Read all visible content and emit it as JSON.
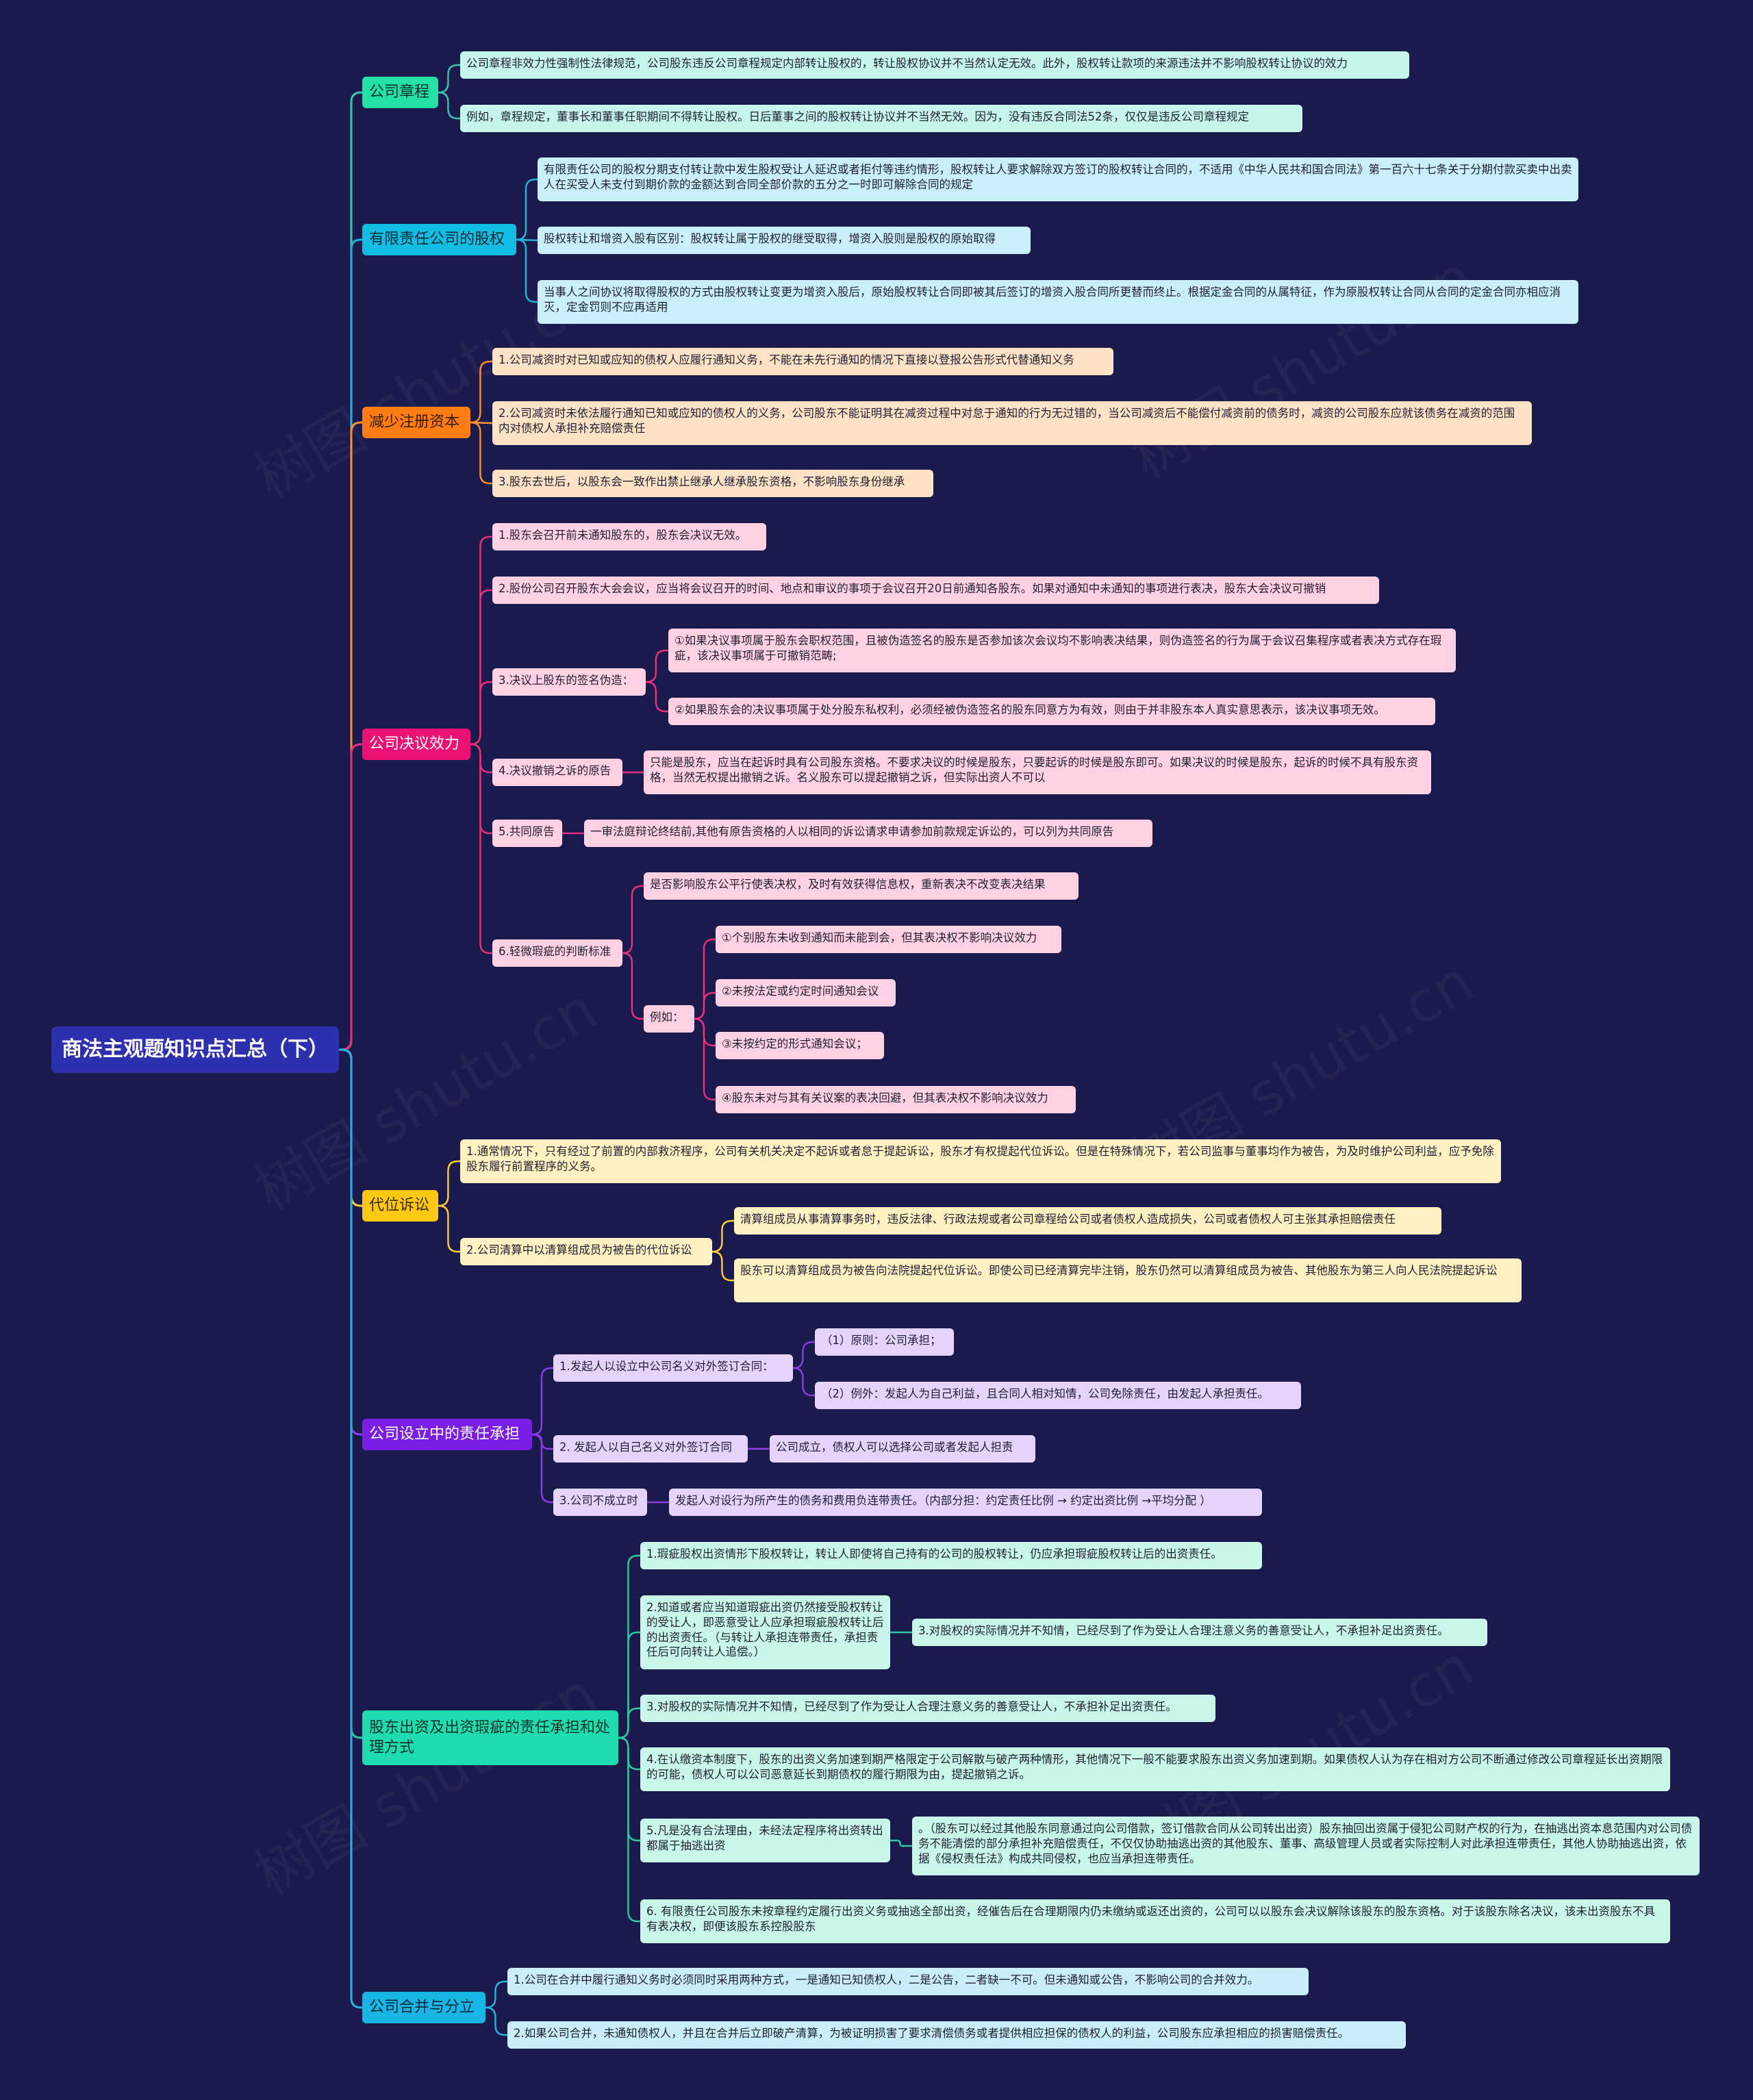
{
  "root": "商法主观题知识点汇总（下）",
  "watermark": "树图 shutu.cn",
  "colors": {
    "g1": {
      "branch": "#23e1a4",
      "text": "#0f2f26",
      "leaf": "#c6f5ec",
      "line": "#37c8b6"
    },
    "g2": {
      "branch": "#12bde4",
      "text": "#0a2a35",
      "leaf": "#c9effa",
      "line": "#21b4d9"
    },
    "g3": {
      "branch": "#ff7d12",
      "text": "#3a1a00",
      "leaf": "#fde2c6",
      "line": "#ff8f2e"
    },
    "g4": {
      "branch": "#ec1273",
      "text": "#ffffff",
      "leaf": "#ffd1e3",
      "line": "#ea2f7f"
    },
    "g5": {
      "branch": "#fdc814",
      "text": "#3a2c00",
      "leaf": "#fff2c2",
      "line": "#ffcf31"
    },
    "g6": {
      "branch": "#7a1fe6",
      "text": "#ffffff",
      "leaf": "#e6d3fb",
      "line": "#8d3be6"
    },
    "g7": {
      "branch": "#1fdcb0",
      "text": "#0c3228",
      "leaf": "#c8f7e9",
      "line": "#31c8a3"
    },
    "g8": {
      "branch": "#18b6e4",
      "text": "#06293a",
      "leaf": "#c9eefa",
      "line": "#26b3de"
    }
  },
  "nodes": {
    "b1": "公司章程",
    "b1c1": "公司章程非效力性强制性法律规范，公司股东违反公司章程规定内部转让股权的，转让股权协议并不当然认定无效。此外，股权转让款项的来源违法并不影响股权转让协议的效力",
    "b1c2": "例如，章程规定，董事长和董事任职期间不得转让股权。日后董事之间的股权转让协议并不当然无效。因为，没有违反合同法52条，仅仅是违反公司章程规定",
    "b2": "有限责任公司的股权",
    "b2c1": "有限责任公司的股权分期支付转让款中发生股权受让人延迟或者拒付等违约情形，股权转让人要求解除双方签订的股权转让合同的，不适用《中华人民共和国合同法》第一百六十七条关于分期付款买卖中出卖人在买受人未支付到期价款的金额达到合同全部价款的五分之一时即可解除合同的规定",
    "b2c2": "股权转让和增资入股有区别：股权转让属于股权的继受取得，增资入股则是股权的原始取得",
    "b2c3": "当事人之间协议将取得股权的方式由股权转让变更为增资入股后，原始股权转让合同即被其后签订的增资入股合同所更替而终止。根据定金合同的从属特征，作为原股权转让合同从合同的定金合同亦相应消灭，定金罚则不应再适用",
    "b3": "减少注册资本",
    "b3c1": "1.公司减资时对已知或应知的债权人应履行通知义务，不能在未先行通知的情况下直接以登报公告形式代替通知义务",
    "b3c2": "2.公司减资时未依法履行通知已知或应知的债权人的义务，公司股东不能证明其在减资过程中对怠于通知的行为无过错的，当公司减资后不能偿付减资前的债务时，减资的公司股东应就该债务在减资的范围内对债权人承担补充赔偿责任",
    "b3c3": "3.股东去世后，以股东会一致作出禁止继承人继承股东资格，不影响股东身份继承",
    "b4": "公司决议效力",
    "b4c1": "1.股东会召开前未通知股东的，股东会决议无效。",
    "b4c2": "2.股份公司召开股东大会会议，应当将会议召开的时间、地点和审议的事项于会议召开20日前通知各股东。如果对通知中未通知的事项进行表决，股东大会决议可撤销",
    "b4c3": "3.决议上股东的签名伪造：",
    "b4c3a": "①如果决议事项属于股东会职权范围，且被伪造签名的股东是否参加该次会议均不影响表决结果，则伪造签名的行为属于会议召集程序或者表决方式存在瑕疵，该决议事项属于可撤销范畴;",
    "b4c3b": "②如果股东会的决议事项属于处分股东私权利，必须经被伪造签名的股东同意方为有效，则由于并非股东本人真实意思表示，该决议事项无效。",
    "b4c4": "4.决议撤销之诉的原告",
    "b4c4a": "只能是股东，应当在起诉时具有公司股东资格。不要求决议的时候是股东，只要起诉的时候是股东即可。如果决议的时候是股东，起诉的时候不具有股东资格，当然无权提出撤销之诉。名义股东可以提起撤销之诉，但实际出资人不可以",
    "b4c5": "5.共同原告",
    "b4c5a": "一审法庭辩论终结前,其他有原告资格的人以相同的诉讼请求申请参加前款规定诉讼的，可以列为共同原告",
    "b4c6": "6.轻微瑕疵的判断标准",
    "b4c6a": "是否影响股东公平行使表决权，及时有效获得信息权，重新表决不改变表决结果",
    "b4c6b": "例如：",
    "b4c6b1": "①个别股东未收到通知而未能到会，但其表决权不影响决议效力",
    "b4c6b2": "②未按法定或约定时间通知会议",
    "b4c6b3": "③未按约定的形式通知会议；",
    "b4c6b4": "④股东未对与其有关议案的表决回避，但其表决权不影响决议效力",
    "b5": "代位诉讼",
    "b5c1": "1.通常情况下，只有经过了前置的内部救济程序，公司有关机关决定不起诉或者怠于提起诉讼，股东才有权提起代位诉讼。但是在特殊情况下，若公司监事与董事均作为被告，为及时维护公司利益，应予免除股东履行前置程序的义务。",
    "b5c2": "2.公司清算中以清算组成员为被告的代位诉讼",
    "b5c2a": "清算组成员从事清算事务时，违反法律、行政法规或者公司章程给公司或者债权人造成损失，公司或者债权人可主张其承担赔偿责任",
    "b5c2b": "股东可以清算组成员为被告向法院提起代位诉讼。即使公司已经清算完毕注销，股东仍然可以清算组成员为被告、其他股东为第三人向人民法院提起诉讼",
    "b6": "公司设立中的责任承担",
    "b6c1": "1.发起人以设立中公司名义对外签订合同：",
    "b6c1a": "（1）原则：公司承担；",
    "b6c1b": "（2）例外：发起人为自己利益，且合同人相对知情，公司免除责任，由发起人承担责任。",
    "b6c2": "2. 发起人以自己名义对外签订合同",
    "b6c2a": "公司成立，债权人可以选择公司或者发起人担责",
    "b6c3": "3.公司不成立时",
    "b6c3a": "发起人对设行为所产生的债务和费用负连带责任。（内部分担：约定责任比例 → 约定出资比例 →平均分配 ）",
    "b7": "股东出资及出资瑕疵的责任承担和处理方式",
    "b7c1": "1.瑕疵股权出资情形下股权转让，转让人即使将自己持有的公司的股权转让，仍应承担瑕疵股权转让后的出资责任。",
    "b7c2": "2.知道或者应当知道瑕疵出资仍然接受股权转让的受让人，即恶意受让人应承担瑕疵股权转让后的出资责任。（与转让人承担连带责任，承担责任后可向转让人追偿。）",
    "b7c2a": "3.对股权的实际情况并不知情，已经尽到了作为受让人合理注意义务的善意受让人，不承担补足出资责任。",
    "b7c3": "3.对股权的实际情况并不知情，已经尽到了作为受让人合理注意义务的善意受让人，不承担补足出资责任。",
    "b7c4": "4.在认缴资本制度下，股东的出资义务加速到期严格限定于公司解散与破产两种情形，其他情况下一般不能要求股东出资义务加速到期。如果债权人认为存在相对方公司不断通过修改公司章程延长出资期限的可能，债权人可以公司恶意延长到期债权的履行期限为由，提起撤销之诉。",
    "b7c5": "5.凡是没有合法理由，未经法定程序将出资转出都属于抽逃出资",
    "b7c5a": "。（股东可以经过其他股东同意通过向公司借款，签订借款合同从公司转出出资）股东抽回出资属于侵犯公司财产权的行为，在抽逃出资本息范围内对公司债务不能清偿的部分承担补充赔偿责任，不仅仅协助抽逃出资的其他股东、董事、高级管理人员或者实际控制人对此承担连带责任，其他人协助抽逃出资，依据《侵权责任法》构成共同侵权，也应当承担连带责任。",
    "b7c6": "6. 有限责任公司股东未按章程约定履行出资义务或抽逃全部出资，经催告后在合理期限内仍未缴纳或返还出资的，公司可以以股东会决议解除该股东的股东资格。对于该股东除名决议，该未出资股东不具有表决权，即便该股东系控股股东",
    "b8": "公司合并与分立",
    "b8c1": "1.公司在合并中履行通知义务时必须同时采用两种方式，一是通知已知债权人，二是公告，二者缺一不可。但未通知或公告，不影响公司的合并效力。",
    "b8c2": "2.如果公司合并，未通知债权人，并且在合并后立即破产清算，为被证明损害了要求清偿债务或者提供相应担保的债权人的利益，公司股东应承担相应的损害赔偿责任。"
  }
}
